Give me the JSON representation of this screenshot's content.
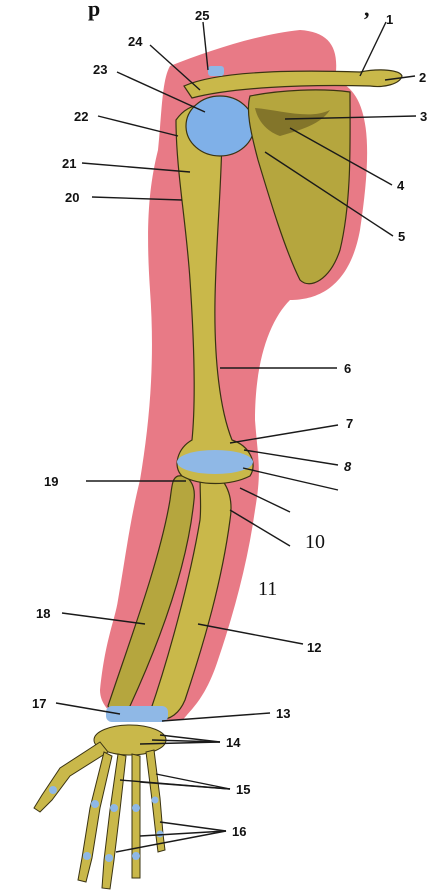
{
  "figure": {
    "title_fragment": "р",
    "title_fragment_right": ",",
    "colors": {
      "background": "#ffffff",
      "skin": "#e87a86",
      "bone": "#c9b84a",
      "bone_dark": "#8a7a2a",
      "cartilage": "#8fb8e6",
      "outline": "#3a3312"
    },
    "labels": [
      "25",
      "24",
      "23",
      "22",
      "21",
      "20",
      "1",
      "2",
      "3",
      "4",
      "5",
      "6",
      "7",
      "8",
      "19",
      "10",
      "11",
      "18",
      "12",
      "17",
      "13",
      "14",
      "15",
      "16"
    ]
  }
}
